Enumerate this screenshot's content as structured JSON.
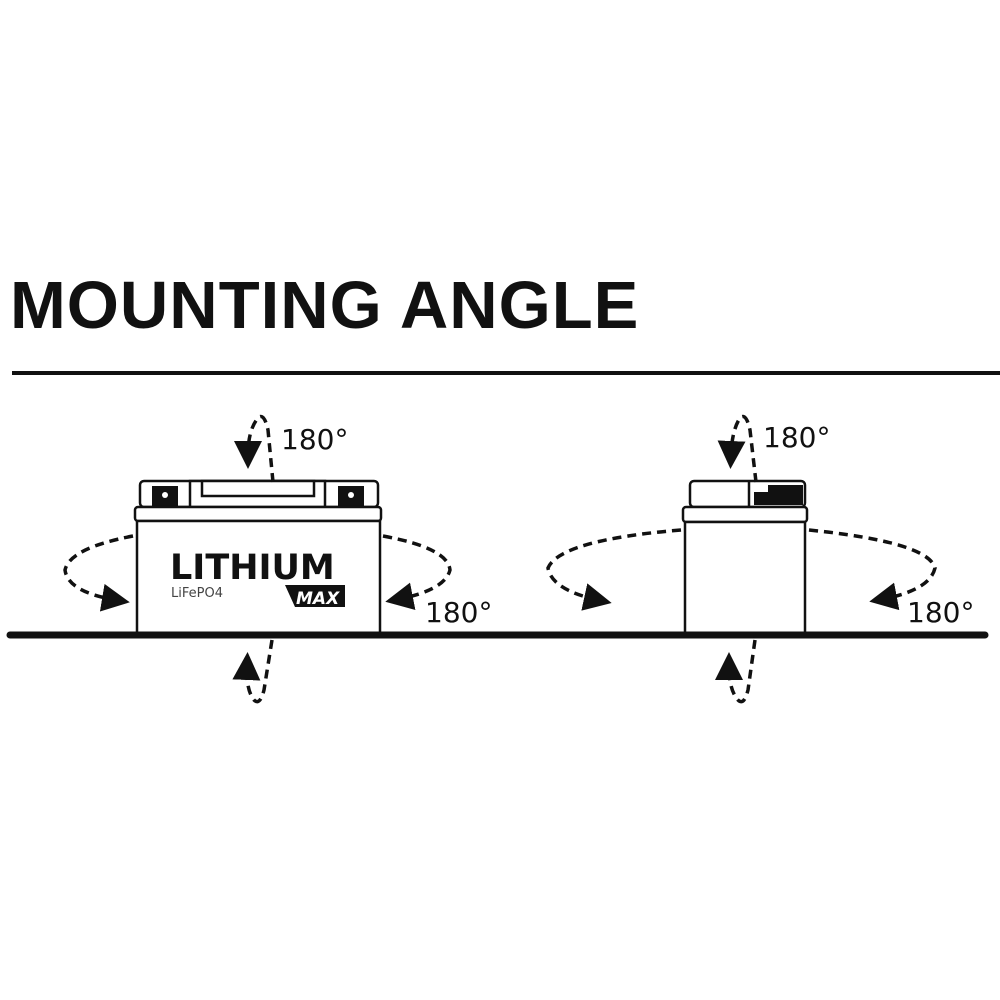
{
  "title": "MOUNTING ANGLE",
  "left_battery": {
    "brand": "LITHIUM",
    "chemistry": "LiFePO4",
    "badge": "MAX",
    "angles": {
      "top": "180°",
      "side": "180°"
    }
  },
  "right_battery": {
    "angles": {
      "top": "180°",
      "side": "180°"
    }
  },
  "colors": {
    "ink": "#111111",
    "background": "#ffffff"
  }
}
